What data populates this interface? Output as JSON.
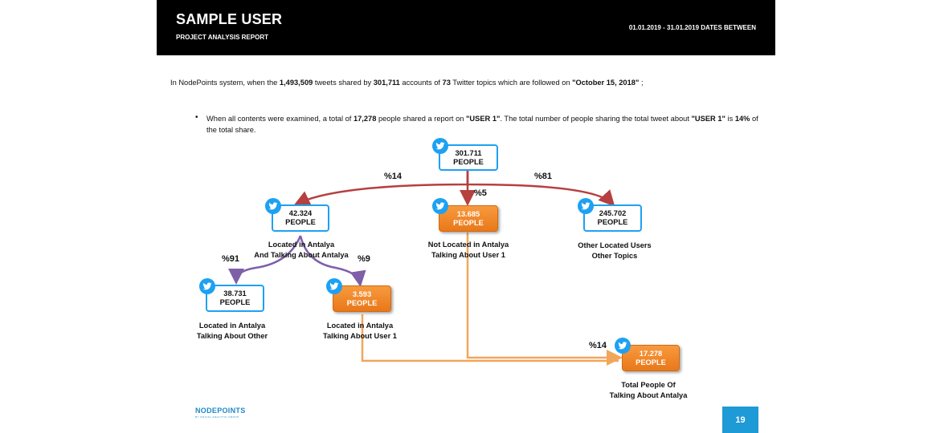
{
  "header": {
    "title": "SAMPLE USER",
    "subtitle": "PROJECT ANALYSIS REPORT",
    "dates": "01.01.2019 - 31.01.2019 DATES BETWEEN"
  },
  "intro": {
    "t1": "In NodePoints system, when the ",
    "n1": "1,493,509",
    "t2": " tweets shared by ",
    "n2": "301,711",
    "t3": " accounts of ",
    "n3": "73",
    "t4": " Twitter topics which are followed on ",
    "n4": "\"October 15, 2018\"",
    "t5": " ;"
  },
  "bullet": {
    "dot": "•",
    "t1": "When all contents were examined, a total of ",
    "n1": "17,278",
    "t2": " people shared a report on ",
    "n2": "\"USER 1\"",
    "t3": ". The total number of people sharing the total tweet about ",
    "n3": "\"USER 1\"",
    "t4": " is ",
    "n4": "14%",
    "t5": " of the total share."
  },
  "nodes": {
    "root": {
      "value": "301.711",
      "unit": "PEOPLE"
    },
    "antalya": {
      "value": "42.324",
      "unit": "PEOPLE",
      "caption1": "Located in Antalya",
      "caption2": "And Talking About Antalya"
    },
    "not_antalya": {
      "value": "13.685",
      "unit": "PEOPLE",
      "caption1": "Not Located in Antalya",
      "caption2": "Talking About User 1"
    },
    "other": {
      "value": "245.702",
      "unit": "PEOPLE",
      "caption1": "Other Located Users",
      "caption2": "Other Topics"
    },
    "antalya_other": {
      "value": "38.731",
      "unit": "PEOPLE",
      "caption1": "Located in Antalya",
      "caption2": "Talking About Other"
    },
    "antalya_user1": {
      "value": "3.593",
      "unit": "PEOPLE",
      "caption1": "Located in Antalya",
      "caption2": "Talking About User 1"
    },
    "total": {
      "value": "17.278",
      "unit": "PEOPLE",
      "caption1": "Total People Of",
      "caption2": "Talking About Antalya"
    }
  },
  "percentages": {
    "to_antalya": "%14",
    "to_not_antalya": "%5",
    "to_other": "%81",
    "to_antalya_other": "%91",
    "to_antalya_user1": "%9",
    "to_total": "%14"
  },
  "footer": {
    "logo": "NODEPOINTS",
    "logo_tag": "BY SOCIAL ANALYTIC GROUP",
    "page_number": "19"
  },
  "colors": {
    "header_bg": "#000000",
    "twitter_blue": "#1da1f2",
    "node_orange": "#f0892c",
    "arrow_red": "#b5403f",
    "arrow_purple": "#7e5fa8",
    "line_orange": "#f2a65a",
    "page_badge": "#1e9ad6"
  },
  "icons": {
    "node_icon": "twitter-bird-icon"
  }
}
